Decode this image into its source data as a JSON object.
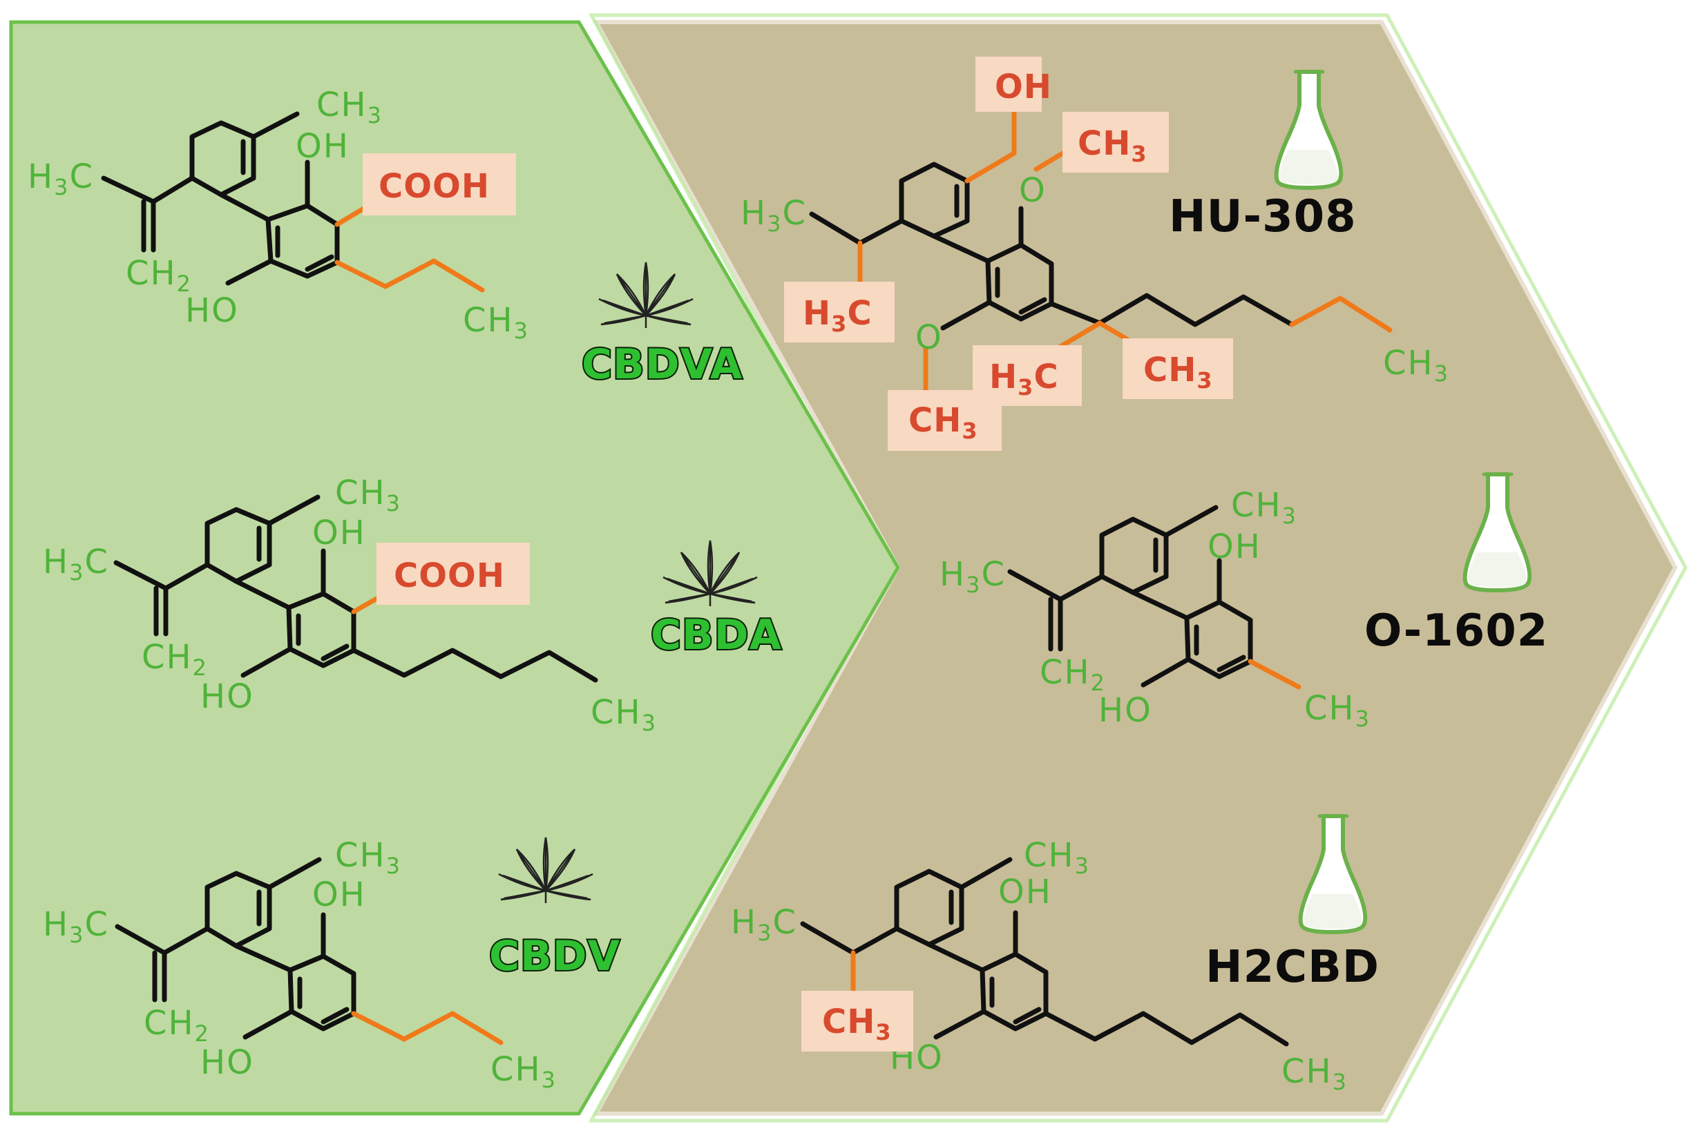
{
  "panels": {
    "natural": {
      "fill": "#bfd9a2",
      "border": "#6bc14a"
    },
    "synthetic": {
      "fill": "#c8bd99",
      "border": "#e8e0d0"
    }
  },
  "compounds": {
    "cbdva": {
      "name": "CBDVA",
      "icon": "cannabis-leaf-icon",
      "atoms": {
        "ch3_top": "CH",
        "ch3_top_sub": "3",
        "oh": "OH",
        "h3c": "H",
        "h3c_sub": "3",
        "h3c_c": "C",
        "ch2": "CH",
        "ch2_sub": "2",
        "ho": "HO",
        "ch3_tail": "CH",
        "ch3_tail_sub": "3"
      },
      "highlights": {
        "cooh": "COOH"
      }
    },
    "cbda": {
      "name": "CBDA",
      "icon": "cannabis-leaf-icon",
      "atoms": {
        "ch3_top": "CH",
        "ch3_top_sub": "3",
        "oh": "OH",
        "h3c": "H",
        "h3c_sub": "3",
        "h3c_c": "C",
        "ch2": "CH",
        "ch2_sub": "2",
        "ho": "HO",
        "ch3_tail": "CH",
        "ch3_tail_sub": "3"
      },
      "highlights": {
        "cooh": "COOH"
      }
    },
    "cbdv": {
      "name": "CBDV",
      "icon": "cannabis-leaf-icon",
      "atoms": {
        "ch3_top": "CH",
        "ch3_top_sub": "3",
        "oh": "OH",
        "h3c": "H",
        "h3c_sub": "3",
        "h3c_c": "C",
        "ch2": "CH",
        "ch2_sub": "2",
        "ho": "HO",
        "ch3_tail": "CH",
        "ch3_tail_sub": "3"
      }
    },
    "hu308": {
      "name": "HU-308",
      "icon": "flask-icon",
      "atoms": {
        "h3c": "H",
        "h3c_sub": "3",
        "h3c_c": "C",
        "o_top": "O",
        "o_bottom": "O",
        "ch3_tail": "CH",
        "ch3_tail_sub": "3"
      },
      "highlights": {
        "oh": "OH",
        "ch3_a": "CH",
        "ch3_a_sub": "3",
        "h3c_b": "H",
        "h3c_b_sub": "3",
        "h3c_b_c": "C",
        "h3c_c": "H",
        "h3c_c_sub": "3",
        "h3c_c_c": "C",
        "ch3_d": "CH",
        "ch3_d_sub": "3",
        "ch3_e": "CH",
        "ch3_e_sub": "3"
      }
    },
    "o1602": {
      "name": "O-1602",
      "icon": "flask-icon",
      "atoms": {
        "ch3_top": "CH",
        "ch3_top_sub": "3",
        "oh": "OH",
        "h3c": "H",
        "h3c_sub": "3",
        "h3c_c": "C",
        "ch2": "CH",
        "ch2_sub": "2",
        "ho": "HO",
        "ch3_tail": "CH",
        "ch3_tail_sub": "3"
      }
    },
    "h2cbd": {
      "name": "H2CBD",
      "icon": "flask-icon",
      "atoms": {
        "ch3_top": "CH",
        "ch3_top_sub": "3",
        "oh": "OH",
        "h3c": "H",
        "h3c_sub": "3",
        "h3c_c": "C",
        "ho": "HO",
        "ch3_tail": "CH",
        "ch3_tail_sub": "3"
      },
      "highlights": {
        "ch3": "CH",
        "ch3_sub": "3"
      }
    }
  }
}
